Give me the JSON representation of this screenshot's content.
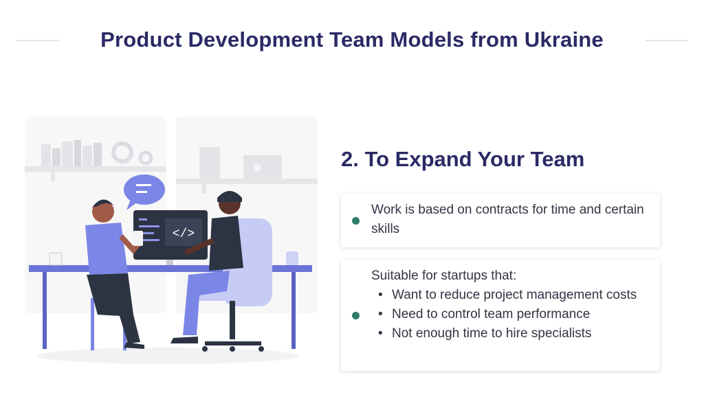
{
  "header": {
    "title": "Product Development Team Models from Ukraine"
  },
  "section": {
    "title": "2. To Expand Your Team",
    "cards": [
      {
        "text": "Work is based on contracts for time and certain skills"
      },
      {
        "intro": "Suitable for startups that:",
        "bullets": [
          "Want to reduce project management costs",
          "Need to control team performance",
          "Not enough time to hire specialists"
        ]
      }
    ]
  },
  "illustration": {
    "screen_code": "</>"
  },
  "colors": {
    "title": "#2b2a66",
    "bullet_dot": "#2f7c6c",
    "accent": "#7b86e6",
    "dark": "#2c3342"
  }
}
